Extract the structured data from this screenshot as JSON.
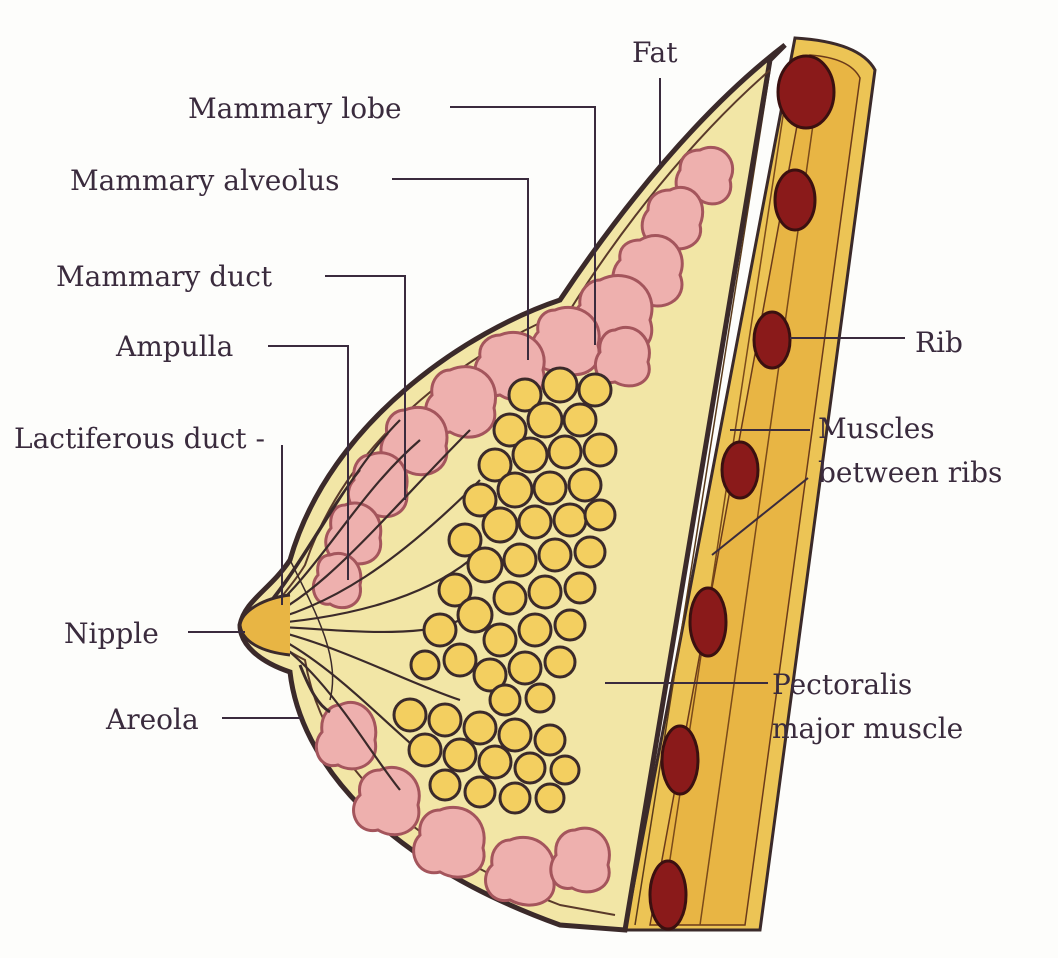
{
  "labels": {
    "fat": "Fat",
    "mammary_lobe": "Mammary lobe",
    "mammary_alveolus": "Mammary alveolus",
    "mammary_duct": "Mammary duct",
    "ampulla": "Ampulla",
    "lactiferous_duct": "Lactiferous duct -",
    "nipple": "Nipple",
    "areola": "Areola",
    "rib": "Rib",
    "muscles_line1": "Muscles",
    "muscles_line2": "between ribs",
    "pectoralis_line1": "Pectoralis",
    "pectoralis_line2": "major muscle"
  },
  "colors": {
    "skin_outline": "#3b2a2a",
    "fat_fill": "#f2e6a6",
    "lobule_pink": "#eeb0ae",
    "lobule_edge": "#a4555c",
    "alveolus_fill": "#f3cf60",
    "muscle_band": "#e8b544",
    "rib": "#8a1a1a",
    "text": "#3a2b3d"
  }
}
